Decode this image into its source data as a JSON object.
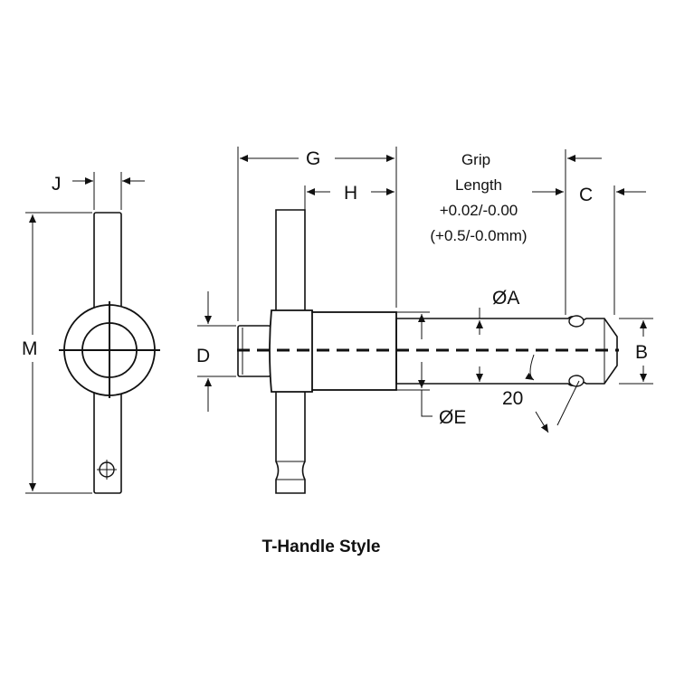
{
  "diagram": {
    "caption": "T-Handle Style",
    "dimensions": {
      "J": "J",
      "M": "M",
      "G": "G",
      "H": "H",
      "D": "D",
      "C": "C",
      "B": "B",
      "A": "ØA",
      "E": "ØE",
      "angle": "20"
    },
    "grip_note": {
      "line1": "Grip",
      "line2": "Length",
      "line3": "+0.02/-0.00",
      "line4": "(+0.5/-0.0mm)"
    }
  }
}
